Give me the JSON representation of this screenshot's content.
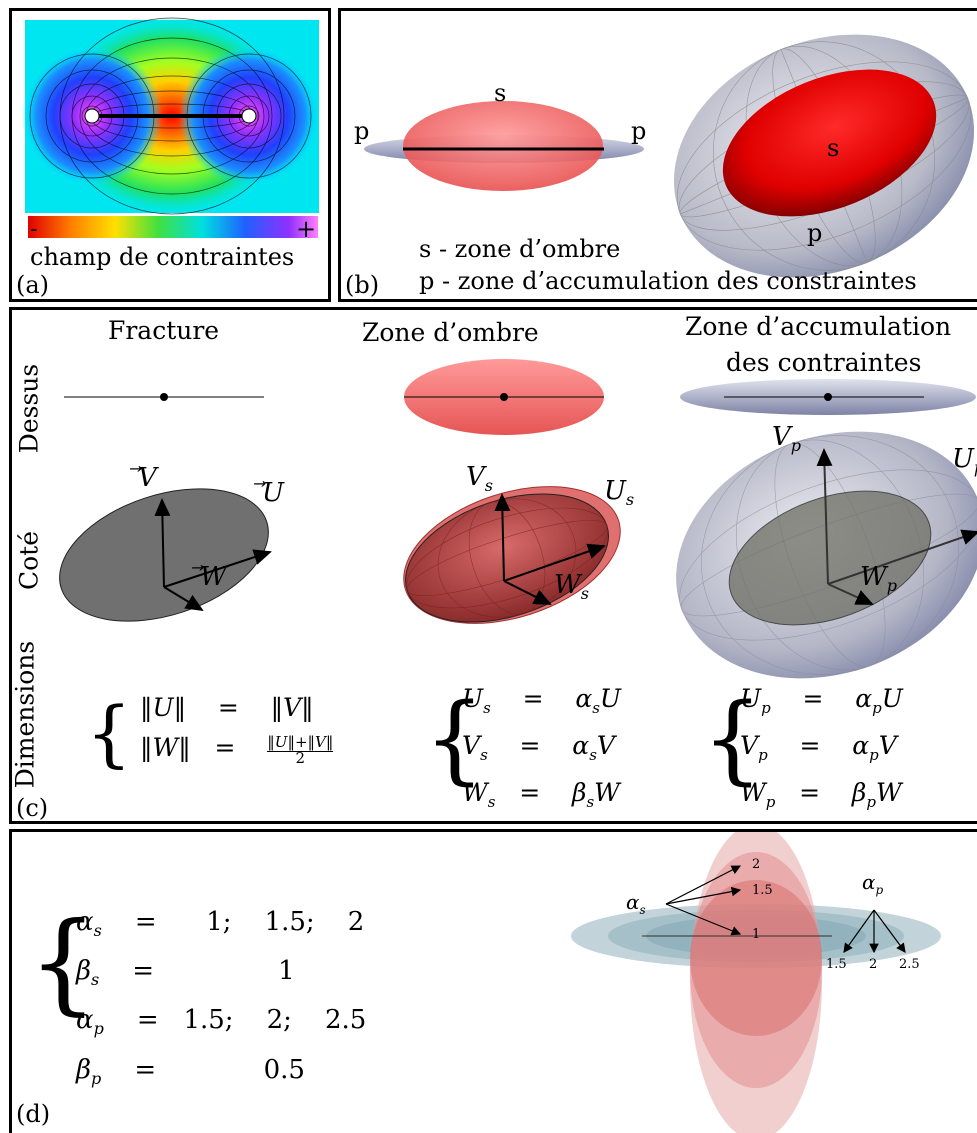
{
  "panel_a": {
    "tag": "(a)",
    "scale_min": "-",
    "scale_max": "+",
    "caption": "champ de contraintes"
  },
  "panel_b": {
    "tag": "(b)",
    "label_s": "s",
    "label_p_left": "p",
    "label_p_right": "p",
    "label_s_3d": "s",
    "label_p_3d": "p",
    "legend_s": "s - zone d’ombre",
    "legend_p": "p - zone d’accumulation des constraintes"
  },
  "panel_c": {
    "tag": "(c)",
    "col_fracture": "Fracture",
    "col_shadow": "Zone d’ombre",
    "col_accum_line1": "Zone d’accumulation",
    "col_accum_line2": "des contraintes",
    "row_top": "Dessus",
    "row_side": "Coté",
    "row_dims": "Dimensions",
    "vec_U": "U",
    "vec_V": "V",
    "vec_W": "W",
    "vec_Us": "U",
    "vec_Vs": "V",
    "vec_Ws": "W",
    "sub_s": "s",
    "vec_Up": "U",
    "vec_Vp": "V",
    "vec_Wp": "W",
    "sub_p": "p"
  },
  "panel_d": {
    "tag": "(d)",
    "alpha_s_label": "α",
    "alpha_s_sub": "s",
    "alpha_p_label": "α",
    "alpha_p_sub": "p",
    "alpha_s_values": [
      "2",
      "1.5",
      "1"
    ],
    "alpha_p_values": [
      "1.5",
      "2",
      "2.5"
    ],
    "params": [
      {
        "sym": "α",
        "sub": "s",
        "val": "1;    1.5;    2"
      },
      {
        "sym": "β",
        "sub": "s",
        "val": "1"
      },
      {
        "sym": "α",
        "sub": "p",
        "val": "1.5;    2;    2.5"
      },
      {
        "sym": "β",
        "sub": "p",
        "val": "0.5"
      }
    ]
  },
  "colors": {
    "shadow_red": "#ff2020",
    "accum_blue": "#9aa0c0",
    "fracture_gray": "#666666"
  }
}
